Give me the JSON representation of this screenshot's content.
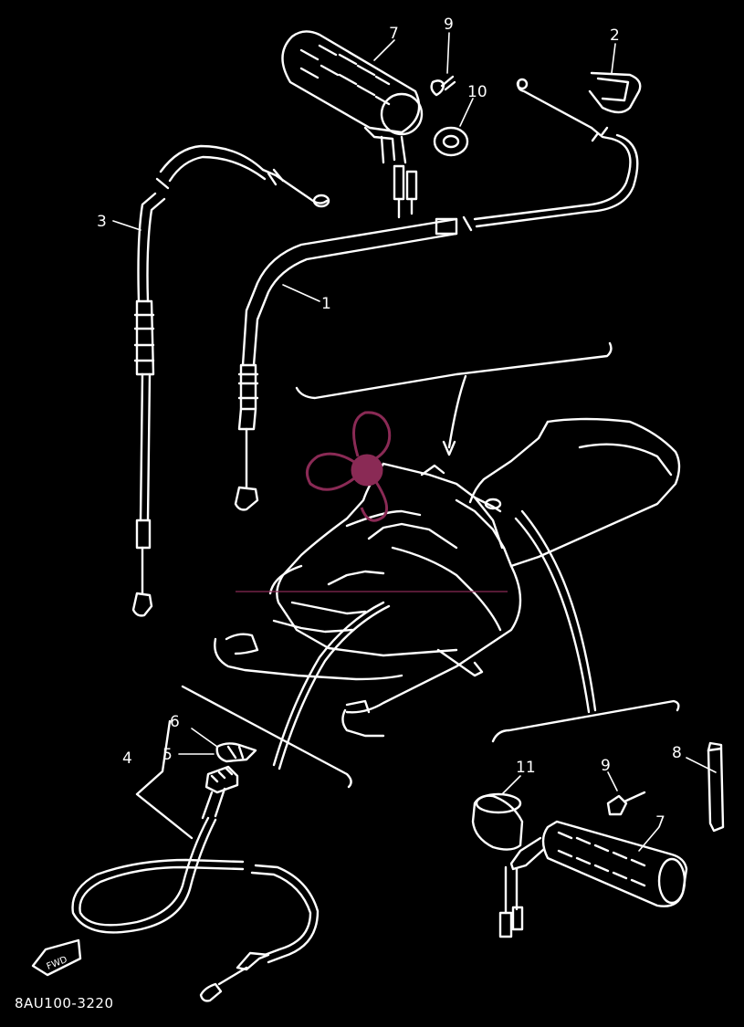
{
  "diagram": {
    "code": "8AU100-3220",
    "fwd_tag": "FWD",
    "background": "#000000",
    "line_color": "#ffffff",
    "watermark_color": "#8a2a55"
  },
  "callouts": {
    "c1": "1",
    "c2": "2",
    "c3": "3",
    "c4": "4",
    "c5": "5",
    "c6": "6",
    "c7_top": "7",
    "c7_bottom": "7",
    "c8": "8",
    "c9_top": "9",
    "c9_bottom": "9",
    "c10": "10",
    "c11": "11"
  }
}
